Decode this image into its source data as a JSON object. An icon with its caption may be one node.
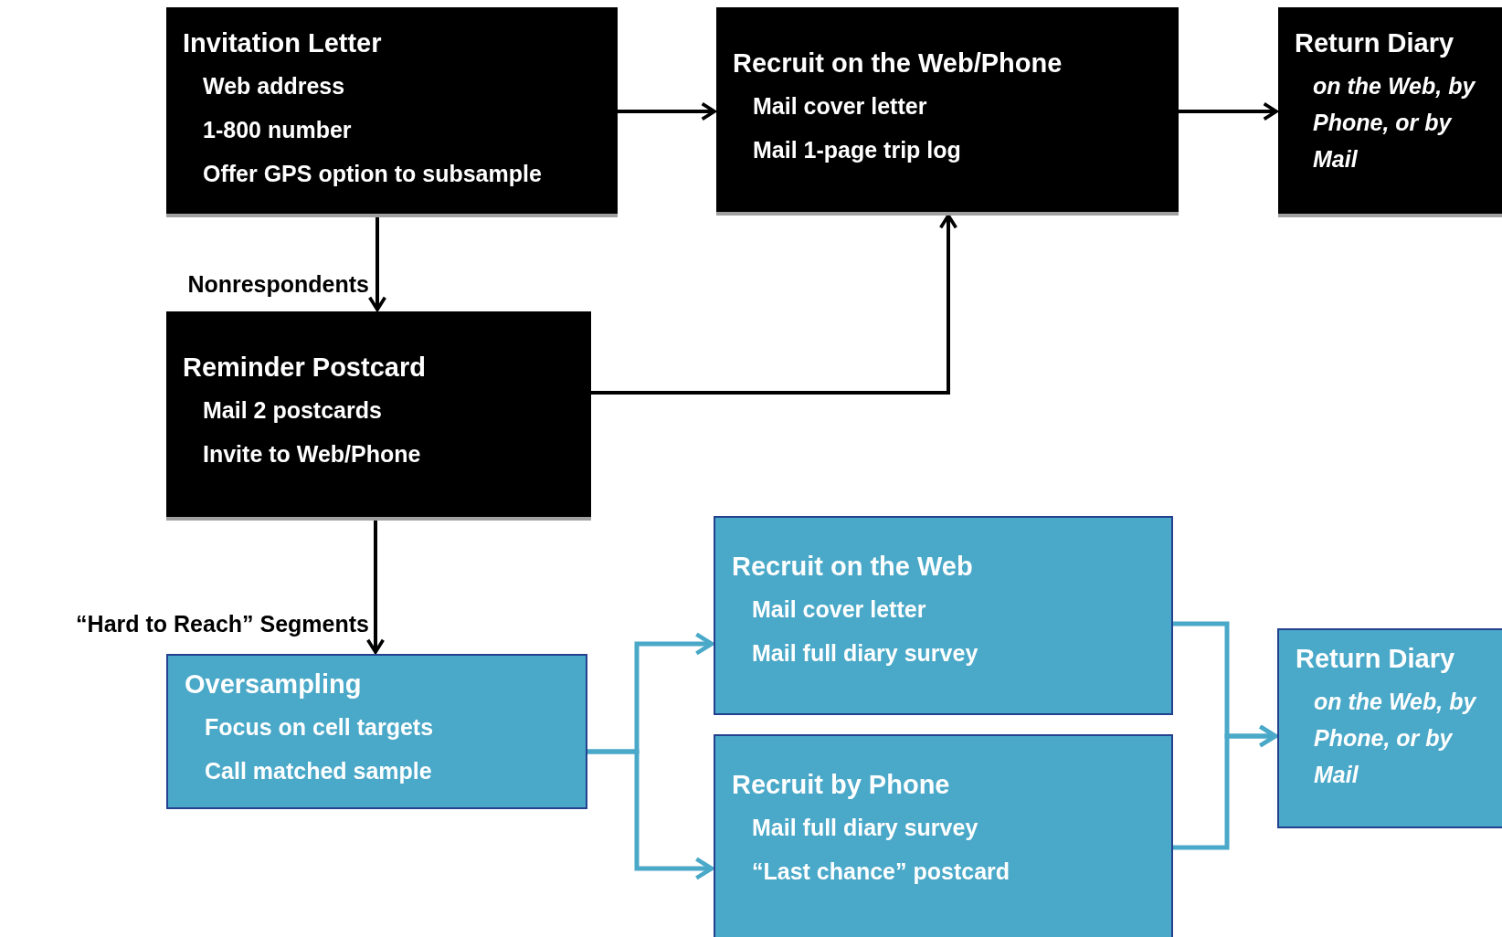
{
  "diagram": {
    "nodes": [
      {
        "text": [
          "Invitation Letter",
          "Web address",
          "1-800 number",
          "Offer GPS option to subsample"
        ]
      },
      {
        "text": [
          "Recruit on the Web/Phone",
          "Mail cover letter",
          "Mail 1-page trip log"
        ]
      },
      {
        "text": [
          "Return Diary",
          "on the Web, by Phone, or by Mail"
        ]
      },
      {
        "text": [
          "Reminder Postcard",
          "Mail 2 postcards",
          "Invite to Web/Phone"
        ]
      },
      {
        "text": [
          "Oversampling",
          "Focus on cell targets",
          "Call matched sample"
        ]
      },
      {
        "text": [
          "Recruit on the Web",
          "Mail cover letter",
          "Mail full diary survey"
        ]
      },
      {
        "text": [
          "Recruit by Phone",
          "Mail full diary survey",
          "“Last chance” postcard"
        ]
      },
      {
        "text": [
          "Return Diary",
          "on the Web, by Phone, or by Mail"
        ]
      }
    ],
    "edges": [
      {
        "from": 0,
        "to": 1,
        "arrow": "to",
        "color": "#000000"
      },
      {
        "from": 1,
        "to": 2,
        "arrow": "to",
        "color": "#000000"
      },
      {
        "from": 0,
        "to": 3,
        "arrow": "to",
        "label": "Nonrespondents",
        "color": "#000000"
      },
      {
        "from": 3,
        "to": 1,
        "arrow": "to",
        "color": "#000000"
      },
      {
        "from": 3,
        "to": 4,
        "arrow": "to",
        "label": "“Hard to Reach” Segments",
        "color": "#000000"
      },
      {
        "from": 4,
        "to": 5,
        "arrow": "to",
        "color": "#4aa8c8"
      },
      {
        "from": 4,
        "to": 6,
        "arrow": "to",
        "color": "#4aa8c8"
      },
      {
        "from": 5,
        "to": 7,
        "arrow": "to",
        "color": "#4aa8c8"
      },
      {
        "from": 6,
        "to": 7,
        "arrow": "to",
        "color": "#4aa8c8"
      }
    ]
  }
}
